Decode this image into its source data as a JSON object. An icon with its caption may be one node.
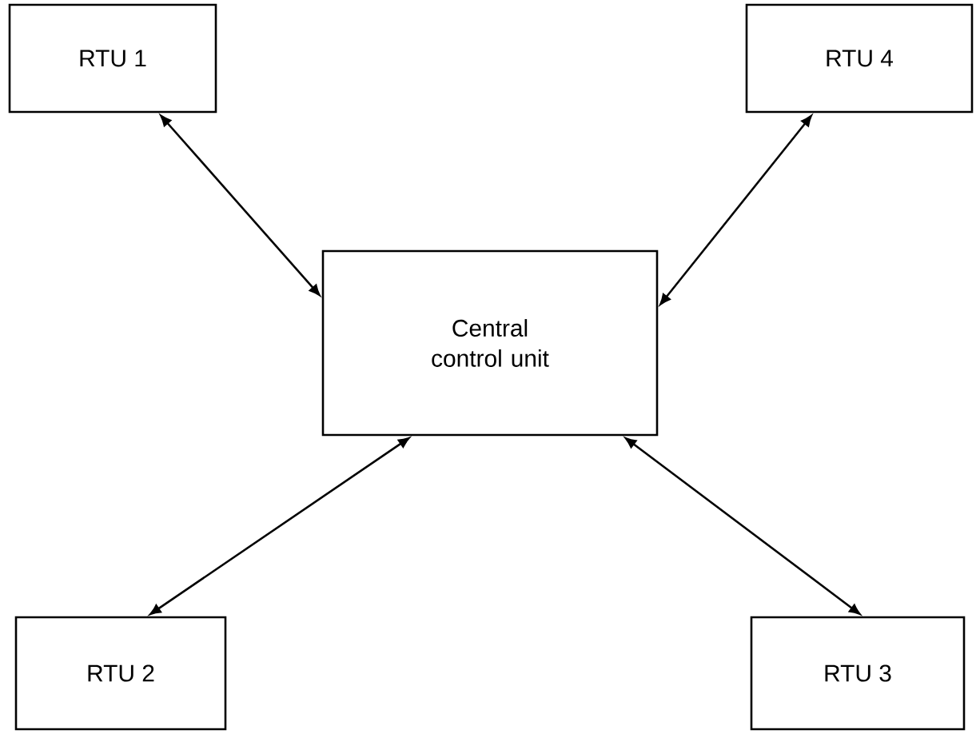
{
  "diagram": {
    "nodes": [
      {
        "text": [
          "RTU 1"
        ]
      },
      {
        "text": [
          "RTU 4"
        ]
      },
      {
        "text": [
          "Central control unit"
        ]
      },
      {
        "text": [
          "RTU 2"
        ]
      },
      {
        "text": [
          "RTU 3"
        ]
      }
    ],
    "edges": [
      {
        "from": 0,
        "to": 2,
        "arrow": "both"
      },
      {
        "from": 1,
        "to": 2,
        "arrow": "both"
      },
      {
        "from": 2,
        "to": 3,
        "arrow": "both"
      },
      {
        "from": 2,
        "to": 4,
        "arrow": "both"
      }
    ]
  }
}
